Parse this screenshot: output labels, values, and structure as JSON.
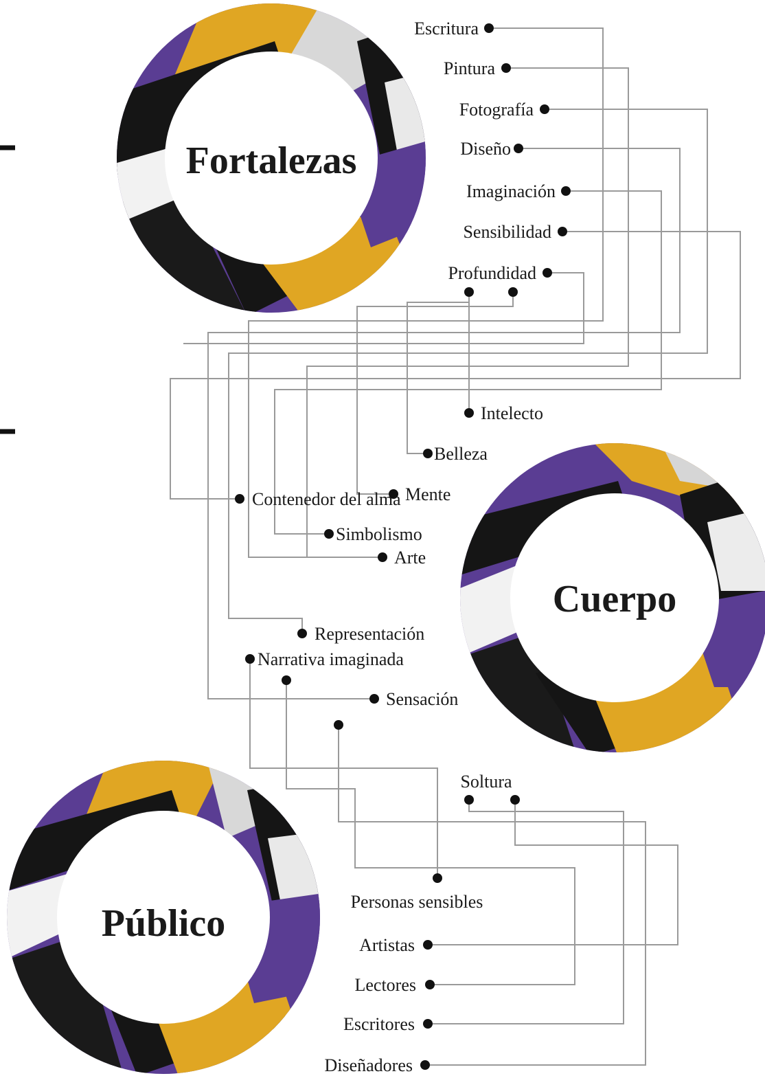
{
  "palette": {
    "purple": "#5a3d93",
    "yellow": "#e0a623",
    "black": "#111111",
    "grey": "#cfcfcf",
    "connector": "#9a9a9a"
  },
  "hubs": {
    "fortalezas": "Fortalezas",
    "cuerpo": "Cuerpo",
    "publico": "Público"
  },
  "fortalezas_items": [
    "Escritura",
    "Pintura",
    "Fotografía",
    "Diseño",
    "Imaginación",
    "Sensibilidad",
    "Profundidad"
  ],
  "cuerpo_items": [
    "Intelecto",
    "Belleza",
    "Mente",
    "Simbolismo",
    "Arte",
    "Contenedor del alma",
    "Narrativa imaginada",
    "Representación",
    "Sensación"
  ],
  "soltura": "Soltura",
  "publico_items": [
    "Personas sensibles",
    "Artistas",
    "Lectores",
    "Escritores",
    "Diseñadores"
  ]
}
